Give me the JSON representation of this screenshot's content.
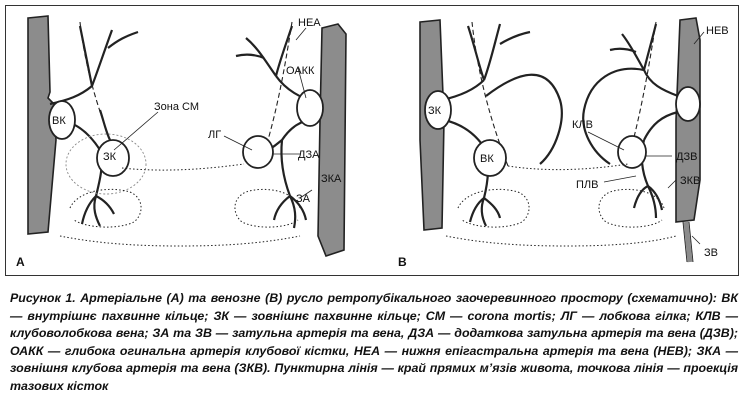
{
  "panel_a": {
    "letter": "A",
    "labels": {
      "vk": "ВК",
      "zk": "ЗК",
      "zone_cm": "Зона СМ",
      "nea": "НЕА",
      "oakk": "ОАКК",
      "lg": "ЛГ",
      "dza": "ДЗА",
      "zka": "ЗКА",
      "za": "ЗА"
    }
  },
  "panel_b": {
    "letter": "B",
    "labels": {
      "zk": "ЗК",
      "vk": "ВК",
      "nev": "НЕВ",
      "klv": "КЛВ",
      "dzv": "ДЗВ",
      "plv": "ПЛВ",
      "zkv": "ЗКВ",
      "zv": "ЗВ"
    }
  },
  "caption": "Рисунок 1. Артеріальне (A) та венозне (B) русло ретропубікального заочеревинного простору (схематично): ВК — внутрішнє пахвинне кільце; ЗК — зовнішнє пахвинне кільце; СМ — corona mortis; ЛГ — лобкова гілка; КЛВ — клубоволобкова вена; ЗА та ЗВ — затульна артерія та вена, ДЗА — додаткова затульна артерія та вена (ДЗВ); ОАКК — глибока огинальна артерія клубової кістки, НЕА — нижня епігастральна артерія та вена (НЕВ); ЗКА — зовнішня клубова артерія та вена (ЗКВ). Пунктирна лінія — край прямих м’язів живота, точкова лінія — проекція тазових кісток",
  "colors": {
    "vessel_fill": "#8c8c8c",
    "stroke": "#222222"
  }
}
